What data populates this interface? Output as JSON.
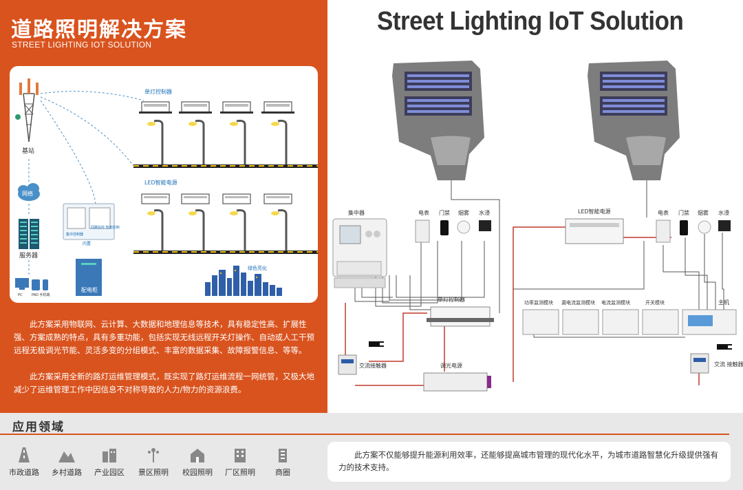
{
  "left": {
    "title": "道路照明解决方案",
    "subtitle": "STREET LIGHTING IOT SOLUTION",
    "diagram": {
      "base_station": "基站",
      "network": "网络",
      "server": "服务器",
      "single_lamp_controller": "单灯控制器",
      "led_driver": "LED智能电源",
      "concentrator": "集中控制器",
      "loop_monitor": "回路监控\n智能控制",
      "inner": "内置",
      "distribution_box": "配电柜",
      "green_light": "绿色亮化",
      "pc": "PC",
      "pad": "PAD  手机端"
    },
    "para1": "此方案采用物联网、云计算、大数据和地理信息等技术，具有稳定性高、扩展性强、方案成熟的特点，具有多重功能，包括实现无线远程开关灯操作、自动或人工干预远程无极调光节能、灵活多变的分组模式、丰富的数据采集、故障报警信息、等等。",
    "para2": "此方案采用全新的路灯运维管理模式，既实现了路灯运维流程一网统管，又极大地减少了运维管理工作中因信息不对称导致的人力/物力的资源浪费。"
  },
  "right": {
    "title": "Street Lighting IoT Solution",
    "left_system": {
      "concentrator": "集中器",
      "meter": "电表",
      "door": "门禁",
      "smoke": "烟雾",
      "water": "水浸",
      "single_lamp_controller": "单灯控制器",
      "ac_contactor": "交流接触器",
      "dimming_power": "调光电源"
    },
    "right_system": {
      "led_driver": "LED智能电源",
      "meter": "电表",
      "door": "门禁",
      "smoke": "烟雾",
      "water": "水浸",
      "power_monitor": "功率监测模块",
      "leak_monitor": "漏电流监测模块",
      "current_monitor": "电流监测模块",
      "switch_module": "开关模块",
      "host": "主机",
      "ac_contactor": "交流\n接触器"
    }
  },
  "bottom": {
    "title": "应用领域",
    "apps": [
      {
        "label": "市政道路",
        "icon": "road-icon"
      },
      {
        "label": "乡村道路",
        "icon": "rural-icon"
      },
      {
        "label": "产业园区",
        "icon": "industrial-park-icon"
      },
      {
        "label": "景区照明",
        "icon": "scenic-lamp-icon"
      },
      {
        "label": "校园照明",
        "icon": "campus-icon"
      },
      {
        "label": "厂区照明",
        "icon": "factory-icon"
      },
      {
        "label": "商圈",
        "icon": "business-district-icon"
      }
    ],
    "summary": "此方案不仅能够提升能源利用效率，还能够提高城市管理的现代化水平，为城市道路智慧化升级提供强有力的技术支持。"
  },
  "colors": {
    "accent": "#d9531e",
    "wire_red": "#c0392b",
    "lamp_gray": "#7d7d7d"
  }
}
